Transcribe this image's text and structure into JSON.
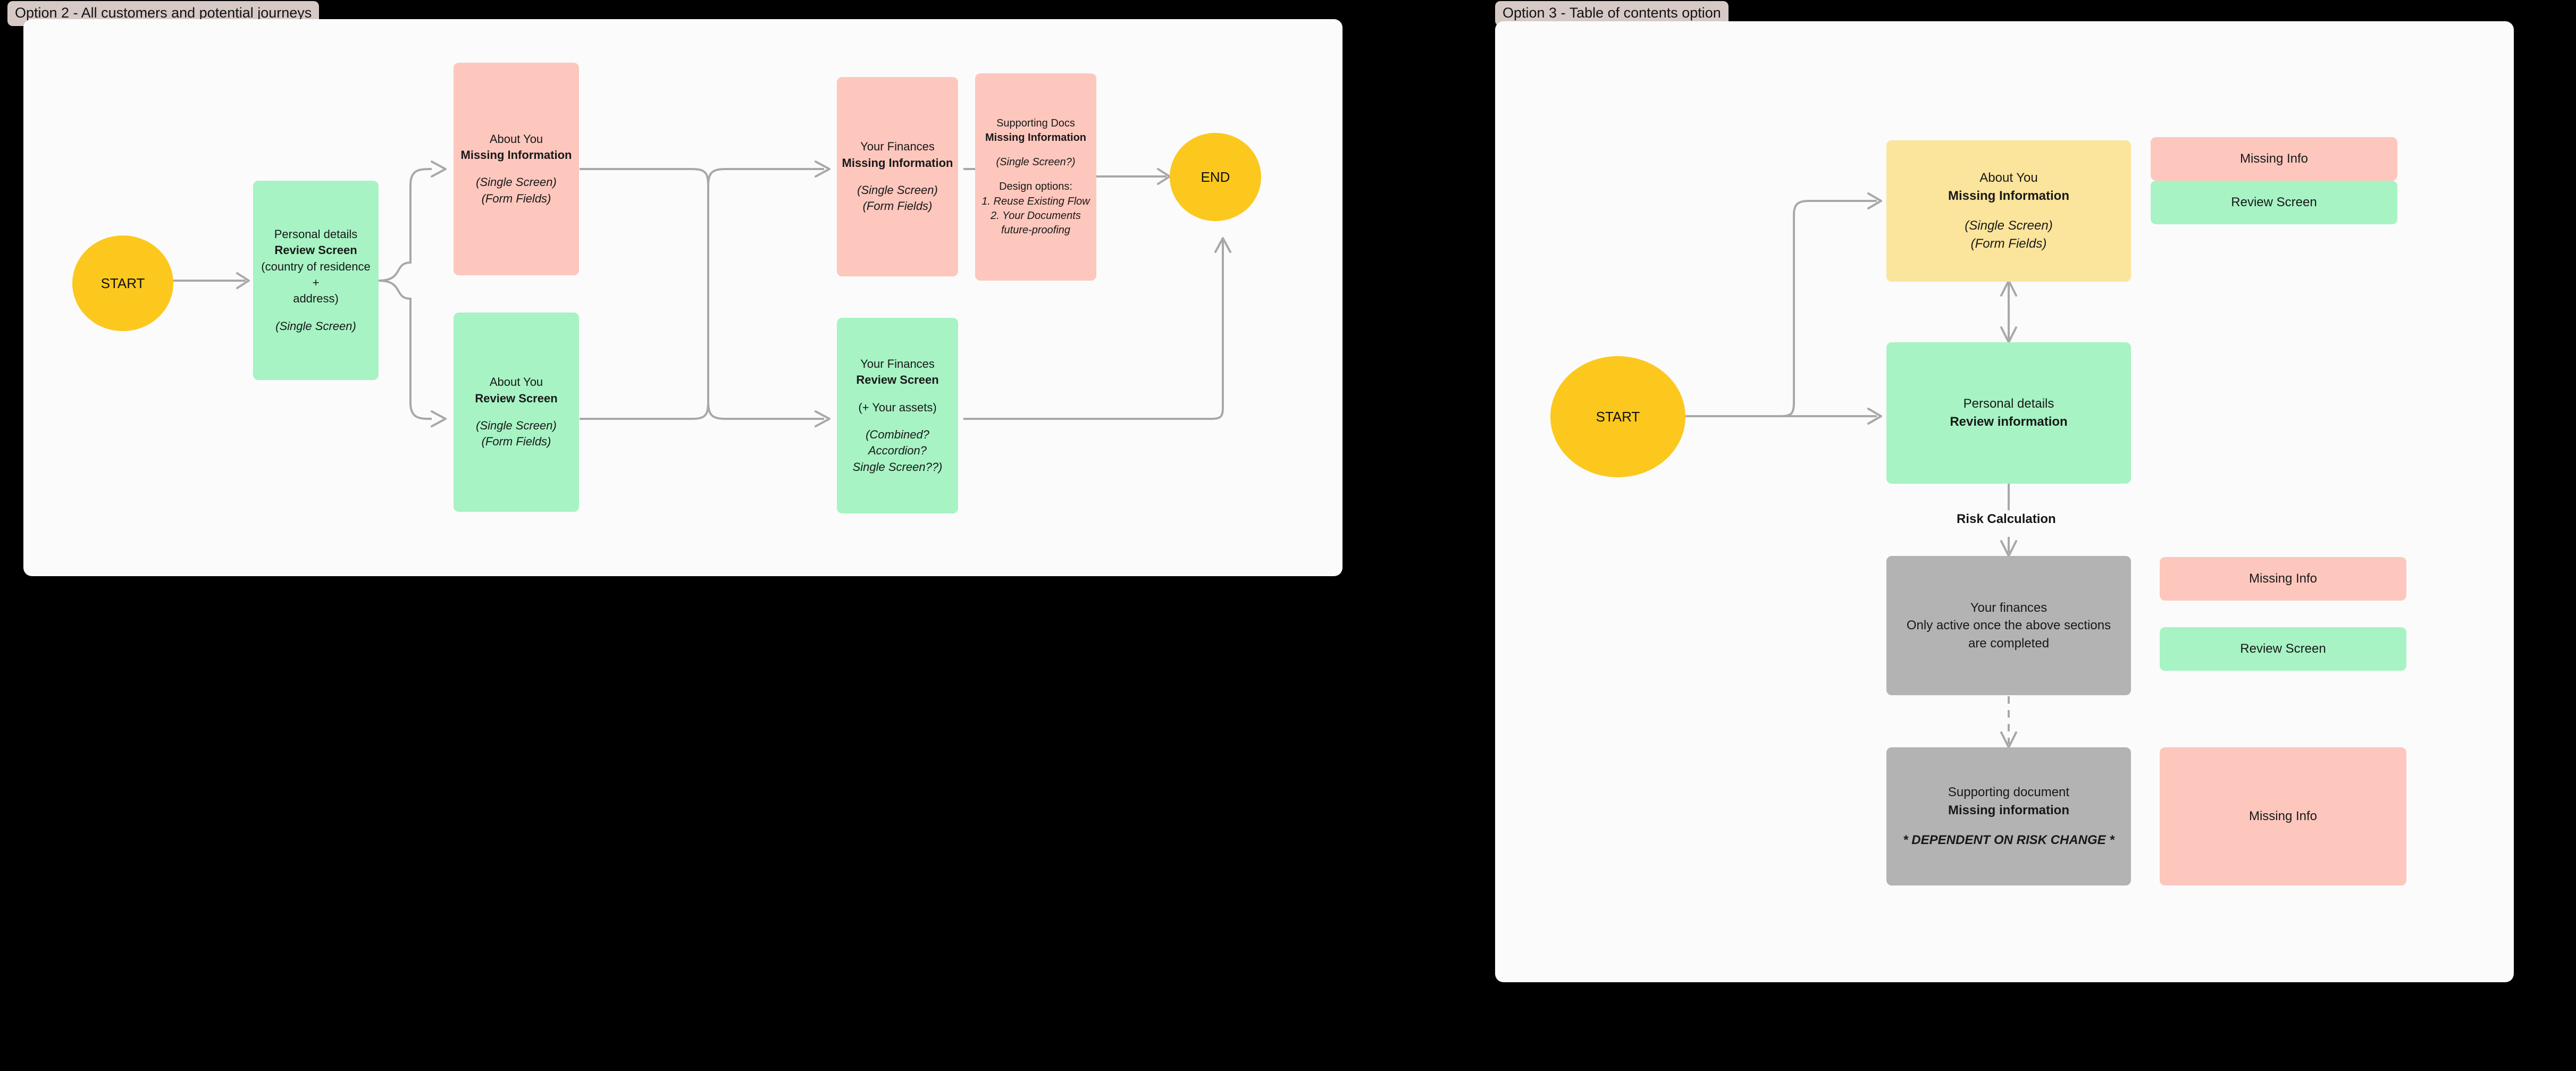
{
  "board": {
    "background": "#000000",
    "canvas_background": "#fbfbfb"
  },
  "palette": {
    "pink": "#fdc7bd",
    "green": "#a7f3c4",
    "yellow_card": "#fbe49b",
    "grey": "#b3b3b3",
    "terminator_yellow": "#fcc81e",
    "connector_grey": "#a8a8a8",
    "title_chip": "#d6c9c6"
  },
  "frames": [
    {
      "id": "option-2",
      "title": "Option 2 - All customers and potential journeys"
    },
    {
      "id": "option-3",
      "title": "Option 3 - Table of contents option"
    }
  ],
  "option2": {
    "start": {
      "label": "START"
    },
    "end": {
      "label": "END"
    },
    "personal_details": {
      "line1": "Personal details",
      "line2": "Review Screen",
      "line3": "(country of residence +",
      "line4": "address)",
      "line5": "(Single Screen)"
    },
    "about_you_missing": {
      "line1": "About You",
      "line2": "Missing Information",
      "line3": "(Single Screen)",
      "line4": "(Form Fields)"
    },
    "about_you_review": {
      "line1": "About You",
      "line2": "Review Screen",
      "line3": "(Single Screen)",
      "line4": "(Form Fields)"
    },
    "finances_missing": {
      "line1": "Your Finances",
      "line2": "Missing Information",
      "line3": "(Single Screen)",
      "line4": "(Form Fields)"
    },
    "finances_review": {
      "line1": "Your Finances",
      "line2": "Review Screen",
      "line3": "(+ Your assets)",
      "line4": "(Combined?",
      "line5": "Accordion?",
      "line6": "Single Screen??)"
    },
    "supporting_docs": {
      "line1": "Supporting Docs",
      "line2": "Missing Information",
      "line3": "(Single Screen?)",
      "line4": "Design options:",
      "line5": "1. Reuse Existing Flow",
      "line6": "2. Your Documents",
      "line7": "future-proofing"
    }
  },
  "option3": {
    "start": {
      "label": "START"
    },
    "about_you": {
      "line1": "About You",
      "line2": "Missing Information",
      "line3": "(Single Screen)",
      "line4": "(Form Fields)"
    },
    "about_you_missing_info_chip": {
      "label": "Missing Info"
    },
    "about_you_review_chip": {
      "label": "Review Screen"
    },
    "personal_details": {
      "line1": "Personal details",
      "line2": "Review information"
    },
    "risk_calculation_label": "Risk Calculation",
    "your_finances": {
      "line1": "Your finances",
      "line2": "Only active once the above sections",
      "line3": "are completed"
    },
    "finances_missing_info_chip": {
      "label": "Missing Info"
    },
    "finances_review_chip": {
      "label": "Review Screen"
    },
    "supporting_document": {
      "line1": "Supporting document",
      "line2": "Missing information",
      "line3": "* DEPENDENT ON RISK CHANGE *"
    },
    "supporting_missing_info_chip": {
      "label": "Missing Info"
    }
  }
}
